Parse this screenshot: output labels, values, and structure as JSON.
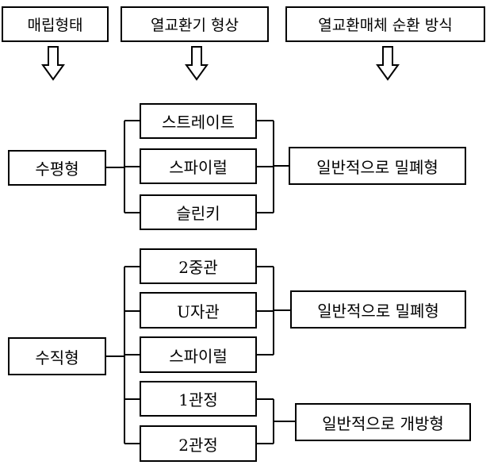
{
  "headers": {
    "burial_type": "매립형태",
    "exchanger_shape": "열교환기 형상",
    "circulation_method": "열교환매체 순환 방식"
  },
  "horizontal": {
    "type_label": "수평형",
    "shapes": [
      "스트레이트",
      "스파이럴",
      "슬린키"
    ],
    "method": "일반적으로 밀폐형"
  },
  "vertical": {
    "type_label": "수직형",
    "closed_shapes": [
      "2중관",
      "U자관",
      "스파이럴"
    ],
    "closed_method": "일반적으로 밀폐형",
    "open_shapes": [
      "1관정",
      "2관정"
    ],
    "open_method": "일반적으로 개방형"
  }
}
